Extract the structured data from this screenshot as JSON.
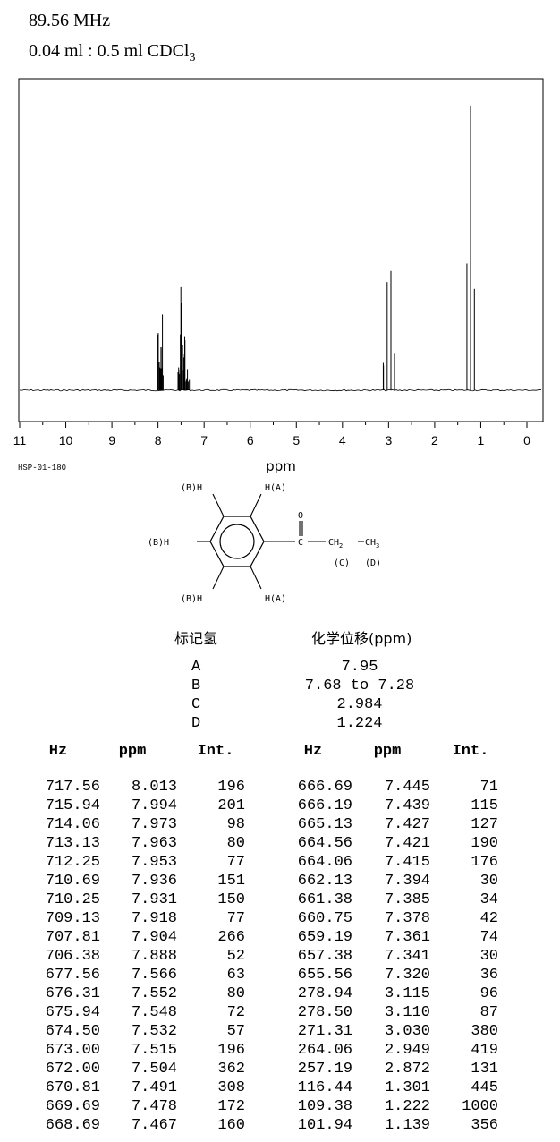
{
  "header": {
    "frequency": "89.56 MHz",
    "sample_main": "0.04 ml : 0.5 ml CDCl",
    "sample_sub": "3"
  },
  "code": "HSP-01-180",
  "chart_data": {
    "type": "line",
    "xlabel": "ppm",
    "x_ticks": [
      "11",
      "10",
      "9",
      "8",
      "7",
      "6",
      "5",
      "4",
      "3",
      "2",
      "1",
      "0"
    ],
    "xlim": [
      11,
      0
    ],
    "x_reversed": true,
    "y_axis_visible": false,
    "peaks": [
      {
        "ppm": 8.013,
        "int": 196
      },
      {
        "ppm": 7.994,
        "int": 201
      },
      {
        "ppm": 7.973,
        "int": 98
      },
      {
        "ppm": 7.963,
        "int": 80
      },
      {
        "ppm": 7.953,
        "int": 77
      },
      {
        "ppm": 7.936,
        "int": 151
      },
      {
        "ppm": 7.931,
        "int": 150
      },
      {
        "ppm": 7.918,
        "int": 77
      },
      {
        "ppm": 7.904,
        "int": 266
      },
      {
        "ppm": 7.888,
        "int": 52
      },
      {
        "ppm": 7.566,
        "int": 63
      },
      {
        "ppm": 7.552,
        "int": 80
      },
      {
        "ppm": 7.548,
        "int": 72
      },
      {
        "ppm": 7.532,
        "int": 57
      },
      {
        "ppm": 7.515,
        "int": 196
      },
      {
        "ppm": 7.504,
        "int": 362
      },
      {
        "ppm": 7.491,
        "int": 308
      },
      {
        "ppm": 7.478,
        "int": 172
      },
      {
        "ppm": 7.467,
        "int": 160
      },
      {
        "ppm": 7.445,
        "int": 71
      },
      {
        "ppm": 7.439,
        "int": 115
      },
      {
        "ppm": 7.427,
        "int": 127
      },
      {
        "ppm": 7.421,
        "int": 190
      },
      {
        "ppm": 7.415,
        "int": 176
      },
      {
        "ppm": 7.394,
        "int": 30
      },
      {
        "ppm": 7.385,
        "int": 34
      },
      {
        "ppm": 7.378,
        "int": 42
      },
      {
        "ppm": 7.361,
        "int": 74
      },
      {
        "ppm": 7.341,
        "int": 30
      },
      {
        "ppm": 7.32,
        "int": 36
      },
      {
        "ppm": 3.115,
        "int": 96
      },
      {
        "ppm": 3.11,
        "int": 87
      },
      {
        "ppm": 3.03,
        "int": 380
      },
      {
        "ppm": 2.949,
        "int": 419
      },
      {
        "ppm": 2.872,
        "int": 131
      },
      {
        "ppm": 1.301,
        "int": 445
      },
      {
        "ppm": 1.222,
        "int": 1000
      },
      {
        "ppm": 1.139,
        "int": 356
      }
    ]
  },
  "structure": {
    "labels": {
      "h_top_left": "(B)H",
      "h_top_right": "H(A)",
      "h_left": "(B)H",
      "h_bottom_left": "(B)H",
      "h_bottom_right": "H(A)",
      "oxygen": "O",
      "carbon": "C",
      "ch2": "CH",
      "ch2_sub": "2",
      "ch3": "CH",
      "ch3_sub": "3",
      "label_c": "(C)",
      "label_d": "(D)"
    }
  },
  "shift_table": {
    "col1_header": "标记氢",
    "col2_header": "化学位移(ppm)",
    "rows": [
      {
        "label": "A",
        "value": "7.95"
      },
      {
        "label": "B",
        "value": "7.68 to 7.28"
      },
      {
        "label": "C",
        "value": "2.984"
      },
      {
        "label": "D",
        "value": "1.224"
      }
    ]
  },
  "peak_table": {
    "headers": [
      "Hz",
      "ppm",
      "Int.",
      "Hz",
      "ppm",
      "Int."
    ],
    "left": [
      [
        "717.56",
        "8.013",
        "196"
      ],
      [
        "715.94",
        "7.994",
        "201"
      ],
      [
        "714.06",
        "7.973",
        "98"
      ],
      [
        "713.13",
        "7.963",
        "80"
      ],
      [
        "712.25",
        "7.953",
        "77"
      ],
      [
        "710.69",
        "7.936",
        "151"
      ],
      [
        "710.25",
        "7.931",
        "150"
      ],
      [
        "709.13",
        "7.918",
        "77"
      ],
      [
        "707.81",
        "7.904",
        "266"
      ],
      [
        "706.38",
        "7.888",
        "52"
      ],
      [
        "677.56",
        "7.566",
        "63"
      ],
      [
        "676.31",
        "7.552",
        "80"
      ],
      [
        "675.94",
        "7.548",
        "72"
      ],
      [
        "674.50",
        "7.532",
        "57"
      ],
      [
        "673.00",
        "7.515",
        "196"
      ],
      [
        "672.00",
        "7.504",
        "362"
      ],
      [
        "670.81",
        "7.491",
        "308"
      ],
      [
        "669.69",
        "7.478",
        "172"
      ],
      [
        "668.69",
        "7.467",
        "160"
      ]
    ],
    "right": [
      [
        "666.69",
        "7.445",
        "71"
      ],
      [
        "666.19",
        "7.439",
        "115"
      ],
      [
        "665.13",
        "7.427",
        "127"
      ],
      [
        "664.56",
        "7.421",
        "190"
      ],
      [
        "664.06",
        "7.415",
        "176"
      ],
      [
        "662.13",
        "7.394",
        "30"
      ],
      [
        "661.38",
        "7.385",
        "34"
      ],
      [
        "660.75",
        "7.378",
        "42"
      ],
      [
        "659.19",
        "7.361",
        "74"
      ],
      [
        "657.38",
        "7.341",
        "30"
      ],
      [
        "655.56",
        "7.320",
        "36"
      ],
      [
        "278.94",
        "3.115",
        "96"
      ],
      [
        "278.50",
        "3.110",
        "87"
      ],
      [
        "271.31",
        "3.030",
        "380"
      ],
      [
        "264.06",
        "2.949",
        "419"
      ],
      [
        "257.19",
        "2.872",
        "131"
      ],
      [
        "116.44",
        "1.301",
        "445"
      ],
      [
        "109.38",
        "1.222",
        "1000"
      ],
      [
        "101.94",
        "1.139",
        "356"
      ]
    ]
  }
}
